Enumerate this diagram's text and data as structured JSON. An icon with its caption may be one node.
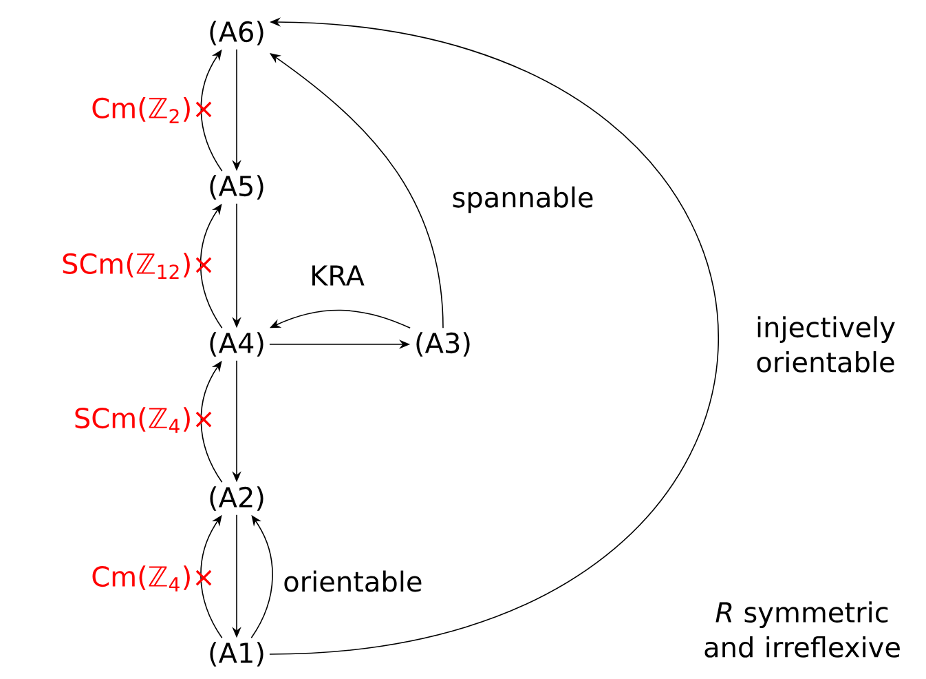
{
  "diagram": {
    "nodes": [
      {
        "text": [
          "(A6)"
        ]
      },
      {
        "text": [
          "(A5)"
        ]
      },
      {
        "text": [
          "(A4)"
        ]
      },
      {
        "text": [
          "(A3)"
        ]
      },
      {
        "text": [
          "(A2)"
        ]
      },
      {
        "text": [
          "(A1)"
        ]
      }
    ],
    "edges": [
      {
        "from": 0,
        "to": 1,
        "arrow": "to"
      },
      {
        "from": 1,
        "to": 0,
        "arrow": "to",
        "label": "Cm(ℤ$_{2}$)×"
      },
      {
        "from": 1,
        "to": 2,
        "arrow": "to"
      },
      {
        "from": 2,
        "to": 1,
        "arrow": "to",
        "label": "SCm(ℤ$_{12}$)×"
      },
      {
        "from": 2,
        "to": 3,
        "arrow": "to"
      },
      {
        "from": 3,
        "to": 2,
        "arrow": "to",
        "label": "KRA"
      },
      {
        "from": 3,
        "to": 0,
        "arrow": "to",
        "label": "spannable"
      },
      {
        "from": 2,
        "to": 4,
        "arrow": "to"
      },
      {
        "from": 4,
        "to": 2,
        "arrow": "to",
        "label": "SCm(ℤ$_{4}$)×"
      },
      {
        "from": 4,
        "to": 5,
        "arrow": "to"
      },
      {
        "from": 5,
        "to": 4,
        "arrow": "to",
        "label": "Cm(ℤ$_{4}$)×"
      },
      {
        "from": 5,
        "to": 4,
        "arrow": "to",
        "label": "orientable"
      },
      {
        "from": 5,
        "to": 0,
        "arrow": "to",
        "label": "injectively orientable"
      }
    ],
    "labels": [
      "*R* symmetric and irreflexive"
    ]
  }
}
